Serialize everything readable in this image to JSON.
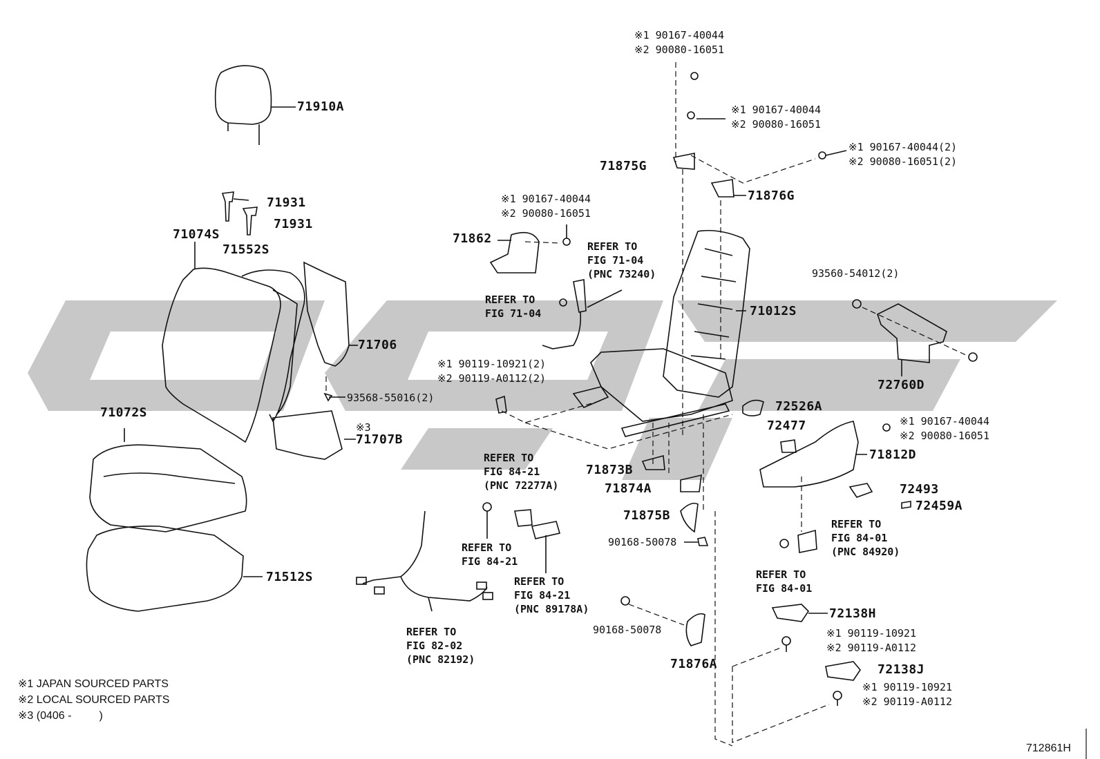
{
  "parts": {
    "headrest": "71910A",
    "guide_1": "71931",
    "guide_2": "71931",
    "back_assy": "71074S",
    "back_cover": "71552S",
    "back_board": "71706",
    "back_clip": "93568-55016(2)",
    "back_board_b": "71707B",
    "note3_mark": "※3",
    "cushion_assy": "71072S",
    "cushion_pad": "71512S",
    "cover_71862": "71862",
    "frame": "71012S",
    "shield_g": "71875G",
    "shield_g_r": "71876G",
    "track_cover_b": "71873B",
    "track_cover_a": "71874A",
    "shield_b": "71875B",
    "shield_a": "71876A",
    "cover_knob": "72526A",
    "lever_72477": "72477",
    "shield_d": "71812D",
    "knob_72493": "72493",
    "knob_72459": "72459A",
    "cover_h": "72138H",
    "cover_j": "72138J",
    "bracket_d": "72760D",
    "nut_935": "93560-54012(2)"
  },
  "bolts": {
    "top_1": "※1 90167-40044",
    "top_2": "※2 90080-16051",
    "b2_1": "※1 90167-40044",
    "b2_2": "※2 90080-16051",
    "b3_1": "※1 90167-40044(2)",
    "b3_2": "※2 90080-16051(2)",
    "b4_1": "※1 90167-40044",
    "b4_2": "※2 90080-16051",
    "b5_1": "※1 90119-10921(2)",
    "b5_2": "※2 90119-A0112(2)",
    "b6_1": "※1 90167-40044",
    "b6_2": "※2 90080-16051",
    "b7_1": "※1 90119-10921",
    "b7_2": "※2 90119-A0112",
    "b8_1": "※1 90119-10921",
    "b8_2": "※2 90119-A0112",
    "screw_a": "90168-50078",
    "screw_b": "90168-50078"
  },
  "refs": {
    "r1": [
      "REFER TO",
      "FIG 71-04",
      "(PNC 73240)"
    ],
    "r2": [
      "REFER TO",
      "FIG 71-04"
    ],
    "r3": [
      "REFER TO",
      "FIG 84-21",
      "(PNC 72277A)"
    ],
    "r4": [
      "REFER TO",
      "FIG 84-21"
    ],
    "r5": [
      "REFER TO",
      "FIG 84-21",
      "(PNC 89178A)"
    ],
    "r6": [
      "REFER TO",
      "FIG 82-02",
      "(PNC 82192)"
    ],
    "r7": [
      "REFER TO",
      "FIG 84-01",
      "(PNC 84920)"
    ],
    "r8": [
      "REFER TO",
      "FIG 84-01"
    ]
  },
  "legend": {
    "l1": "※1 JAPAN SOURCED PARTS",
    "l2": "※2 LOCAL SOURCED PARTS",
    "l3": "※3 (0406 -         )"
  },
  "figure_id": "712861H",
  "colors": {
    "line": "#111111",
    "watermark": "#c8c8c8"
  }
}
